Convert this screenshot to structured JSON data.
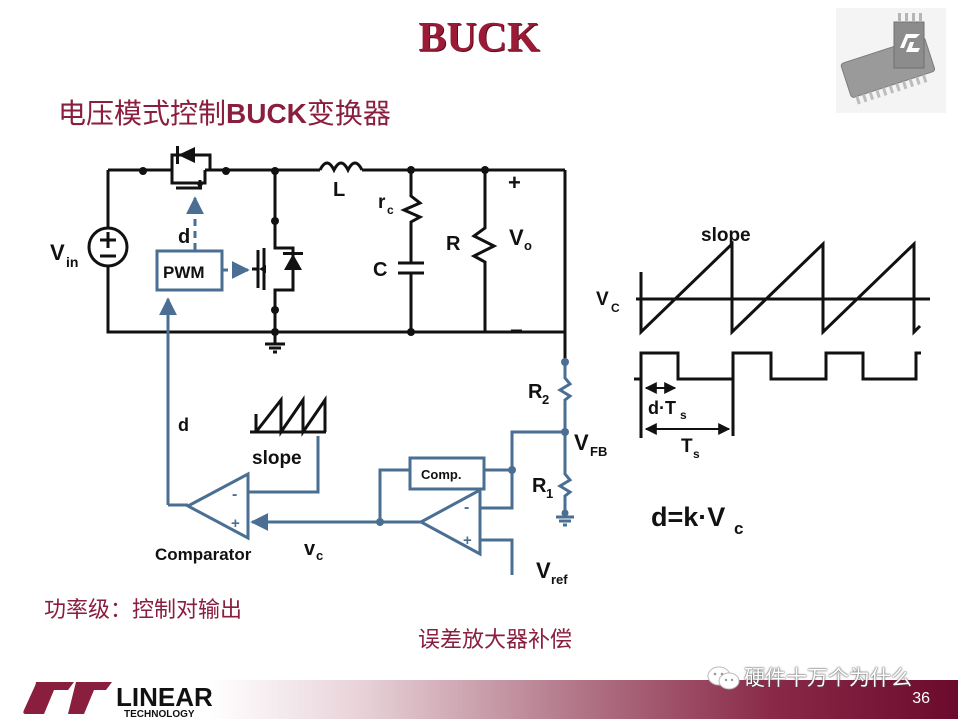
{
  "slide": {
    "title": "BUCK",
    "subtitle_prefix": "电压模式控制",
    "subtitle_bold": "BUCK",
    "subtitle_suffix": "变换器",
    "page_number": "36",
    "note_power_stage": "功率级：控制对输出",
    "note_error_amp": "误差放大器补偿",
    "watermark": "硬件十万个为什么",
    "logo_name": "LINEAR",
    "logo_sub": "TECHNOLOGY"
  },
  "colors": {
    "brand": "#9b1b36",
    "text_accent": "#8a1e3e",
    "control_path": "#4a6f93",
    "power_path": "#111111"
  },
  "circuit": {
    "vin_label": "V",
    "vin_sub": "in",
    "duty_label": "d",
    "pwm_label": "PWM",
    "inductor_label": "L",
    "esr_label": "r",
    "esr_sub": "c",
    "cap_label": "C",
    "load_label": "R",
    "vo_label": "V",
    "vo_sub": "o",
    "plus": "+",
    "minus": "−",
    "r2_label": "R",
    "r2_sub": "2",
    "r1_label": "R",
    "r1_sub": "1",
    "vfb_label": "V",
    "vfb_sub": "FB",
    "comp_label": "Comp.",
    "vref_label": "V",
    "vref_sub": "ref",
    "vc_label": "v",
    "vc_sub": "c",
    "comparator_label": "Comparator",
    "slope_label": "slope",
    "feedback_d_label": "d",
    "op_minus": "-",
    "op_plus": "+"
  },
  "waveform": {
    "slope_label": "slope",
    "vc_label": "V",
    "vc_sub": "C",
    "dts_label": "d·T",
    "dts_sub": "s",
    "ts_label": "T",
    "ts_sub": "s",
    "periods_shown": 3,
    "duty_fraction": 0.4
  },
  "equation": {
    "lhs": "d=k·V",
    "sub": "c"
  },
  "icons": {
    "chip": "ic-chip-icon",
    "logo": "linear-technology-logo",
    "wechat": "wechat-icon"
  }
}
